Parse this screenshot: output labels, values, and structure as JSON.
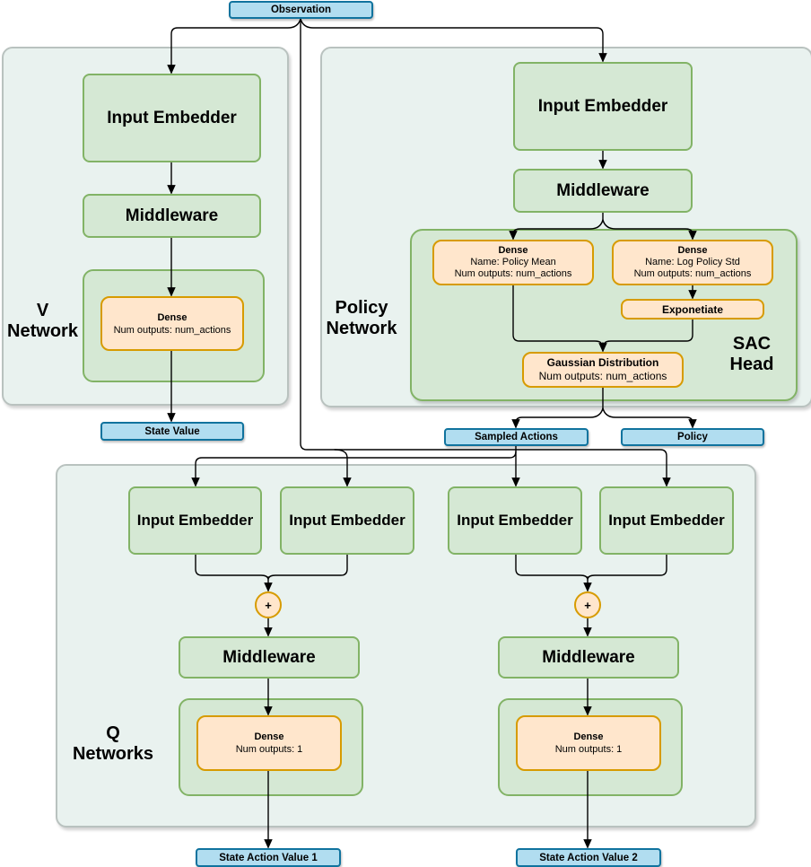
{
  "observation": "Observation",
  "v_network": {
    "label_line1": "V",
    "label_line2": "Network",
    "input_embedder": "Input Embedder",
    "middleware": "Middleware",
    "dense_title": "Dense",
    "dense_sub": "Num outputs: num_actions",
    "output": "State Value"
  },
  "policy_network": {
    "label_line1": "Policy",
    "label_line2": "Network",
    "input_embedder": "Input Embedder",
    "middleware": "Middleware",
    "sac_head": {
      "label_line1": "SAC",
      "label_line2": "Head",
      "dense_mean": {
        "title": "Dense",
        "name_line": "Name: Policy Mean",
        "outputs_line": "Num outputs: num_actions"
      },
      "dense_std": {
        "title": "Dense",
        "name_line": "Name: Log Policy Std",
        "outputs_line": "Num outputs: num_actions"
      },
      "exponentiate": "Exponetiate",
      "gaussian": {
        "title": "Gaussian Distribution",
        "outputs_line": "Num outputs: num_actions"
      }
    },
    "output_sampled_actions": "Sampled Actions",
    "output_policy": "Policy"
  },
  "q_networks": {
    "label_line1": "Q",
    "label_line2": "Networks",
    "input_embedder": "Input Embedder",
    "plus": "+",
    "middleware": "Middleware",
    "dense_title": "Dense",
    "dense_sub": "Num outputs: 1",
    "output1": "State Action Value 1",
    "output2": "State Action Value 2"
  },
  "colors": {
    "green_fill": "#d5e8d4",
    "green_stroke": "#82b366",
    "orange_fill": "#ffe6cc",
    "orange_stroke": "#d79b00",
    "blue_fill": "#b1ddf0",
    "blue_stroke": "#10739e",
    "panel_fill": "#e9f2ef",
    "line": "#000000"
  }
}
